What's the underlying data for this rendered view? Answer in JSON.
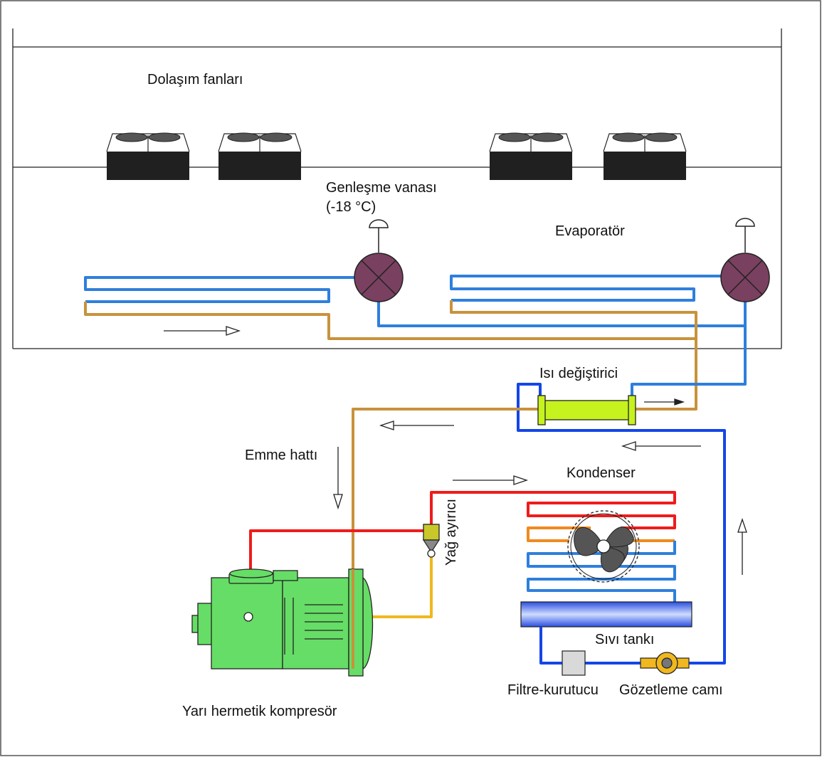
{
  "labels": {
    "fans": "Dolaşım fanları",
    "expansion_valve": "Genleşme vanası",
    "expansion_temp": "(-18 °C)",
    "evaporator": "Evaporatör",
    "heat_exchanger": "Isı değiştirici",
    "suction_line": "Emme hattı",
    "condenser": "Kondenser",
    "oil_separator": "Yağ ayırıcı",
    "liquid_tank": "Sıvı tankı",
    "filter_drier": "Filtre-kurutucu",
    "sight_glass": "Gözetleme camı",
    "compressor": "Yarı hermetik kompresör"
  },
  "colors": {
    "suction": "#c8923c",
    "liquid": "#2e7fdc",
    "liquid_dark": "#1446e8",
    "discharge": "#ef1c1c",
    "condensing": "#f08a1e",
    "oil": "#f0b81e",
    "compressor": "#66dd66",
    "heat_exchanger": "#c6f21e",
    "valve": "#7a4060",
    "fan_unit": "#202020"
  }
}
